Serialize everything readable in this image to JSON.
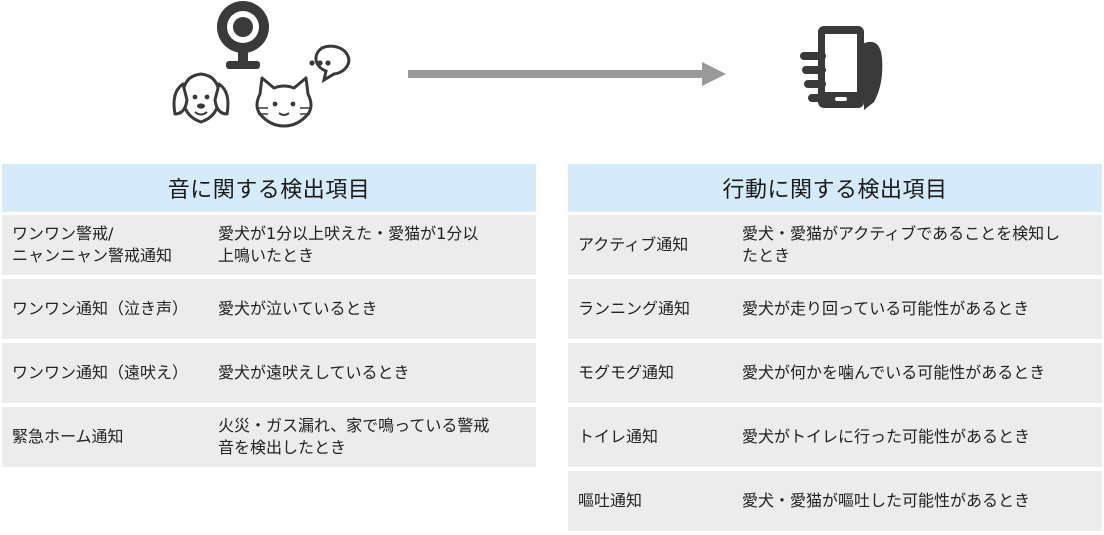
{
  "sound_panel": {
    "title": "音に関する検出項目",
    "items": [
      {
        "label": "ワンワン警戒/\nニャンニャン警戒通知",
        "desc": "愛犬が1分以上吠えた・愛猫が1分以\n上鳴いたとき"
      },
      {
        "label": "ワンワン通知（泣き声）",
        "desc": "愛犬が泣いているとき"
      },
      {
        "label": "ワンワン通知（遠吠え）",
        "desc": "愛犬が遠吠えしているとき"
      },
      {
        "label": "緊急ホーム通知",
        "desc": "火災・ガス漏れ、家で鳴っている警戒\n音を検出したとき"
      }
    ]
  },
  "action_panel": {
    "title": "行動に関する検出項目",
    "items": [
      {
        "label": "アクティブ通知",
        "desc": "愛犬・愛猫がアクティブであることを検知し\nたとき"
      },
      {
        "label": "ランニング通知",
        "desc": "愛犬が走り回っている可能性があるとき"
      },
      {
        "label": "モグモグ通知",
        "desc": "愛犬が何かを噛んでいる可能性があるとき"
      },
      {
        "label": "トイレ通知",
        "desc": "愛犬がトイレに行った可能性があるとき"
      },
      {
        "label": "嘔吐通知",
        "desc": "愛犬・愛猫が嘔吐した可能性があるとき"
      }
    ]
  },
  "icons": [
    "camera-icon",
    "dog-icon",
    "cat-icon",
    "speech-bubble-icon",
    "arrow-right-icon",
    "smartphone-hand-icon"
  ],
  "colors": {
    "header_bg": "#d5ebf9",
    "row_bg": "#ececec",
    "icon_dark": "#3a3a3a",
    "arrow": "#9a9a9a"
  }
}
